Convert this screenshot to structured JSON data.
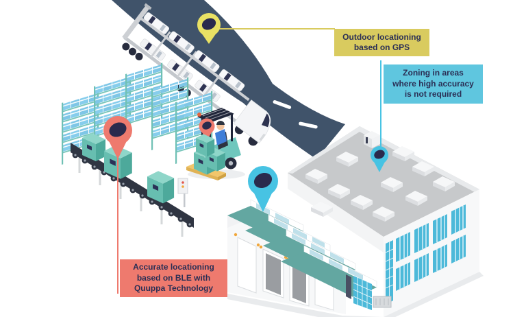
{
  "callouts": {
    "gps": {
      "text": "Outdoor locationing\nbased on GPS",
      "bg_color": "#d9cb5f",
      "pin_color": "#e9e164"
    },
    "zoning": {
      "text": "Zoning in areas\nwhere high accuracy\nis not required",
      "bg_color": "#5fc6df",
      "pin_color": "#47c3e3"
    },
    "ble": {
      "text": "Accurate locationing\nbased on BLE with\nQuuppa Technology",
      "bg_color": "#ee7a6e",
      "pin_color": "#ee7a6e"
    }
  },
  "palette": {
    "navy": "#2b2f55",
    "pin-inner": "#2a2a4d",
    "road": "#40536a",
    "teal-box": "#6fc3b5",
    "rack-blue": "#86cdec",
    "rack-frame": "#79c6ba",
    "roof-gray": "#c7c9cb",
    "saw-teal": "#63a7a1",
    "window-blue": "#4cb9d9",
    "pallet-yellow": "#f2c66b",
    "forklift-teal": "#6fc7bd",
    "belt-dark": "#2f3542"
  },
  "icons": [
    {
      "name": "location-pin-gps",
      "color": "#e9e164"
    },
    {
      "name": "location-pin-zoning-roof",
      "color": "#47c3e3"
    },
    {
      "name": "location-pin-zoning-front",
      "color": "#47c3e3"
    },
    {
      "name": "location-pin-ble-conveyor",
      "color": "#ee7a6e"
    },
    {
      "name": "location-pin-ble-forklift",
      "color": "#ee7a6e"
    }
  ],
  "scene": {
    "elements": [
      "car-carrier-truck-on-road",
      "warehouse-shelving-racks",
      "conveyor-belt-with-boxes",
      "forklift-with-pallet",
      "warehouse-building"
    ]
  }
}
